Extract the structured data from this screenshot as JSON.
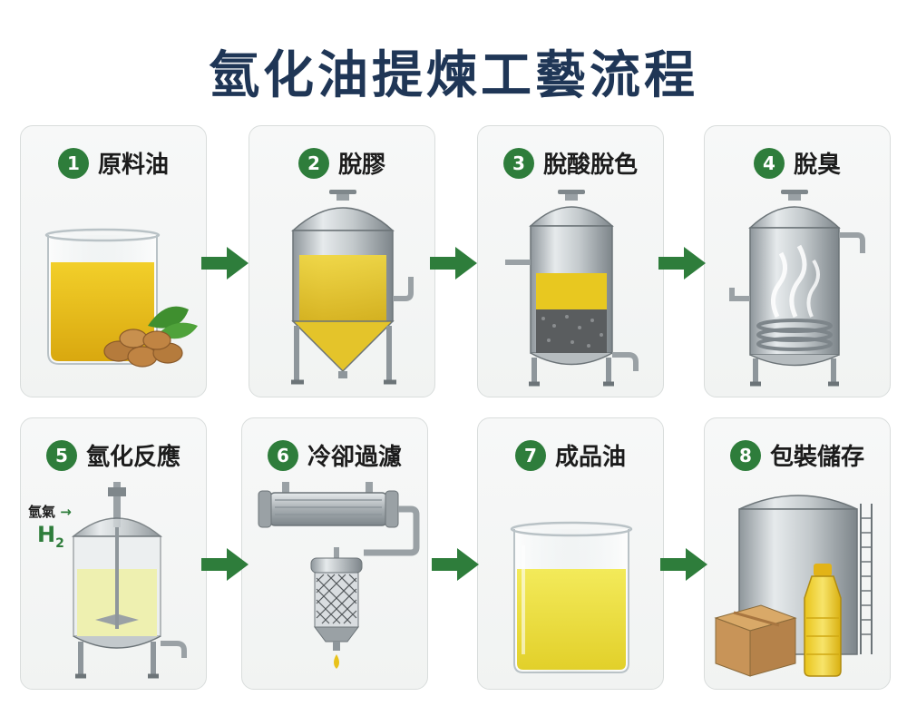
{
  "title": "氫化油提煉工藝流程",
  "steps": [
    {
      "num": "1",
      "label": "原料油"
    },
    {
      "num": "2",
      "label": "脫膠"
    },
    {
      "num": "3",
      "label": "脫酸脫色"
    },
    {
      "num": "4",
      "label": "脫臭"
    },
    {
      "num": "5",
      "label": "氫化反應"
    },
    {
      "num": "6",
      "label": "冷卻過濾"
    },
    {
      "num": "7",
      "label": "成品油"
    },
    {
      "num": "8",
      "label": "包裝儲存"
    }
  ],
  "hydrogen": {
    "name": "氫氣",
    "formula": "H",
    "subscript": "2"
  },
  "colors": {
    "badge": "#2e7d3b",
    "arrow": "#2e7d3b",
    "title": "#1f3656",
    "oil": "#e8c21a",
    "oil_light": "#f1e27a"
  }
}
